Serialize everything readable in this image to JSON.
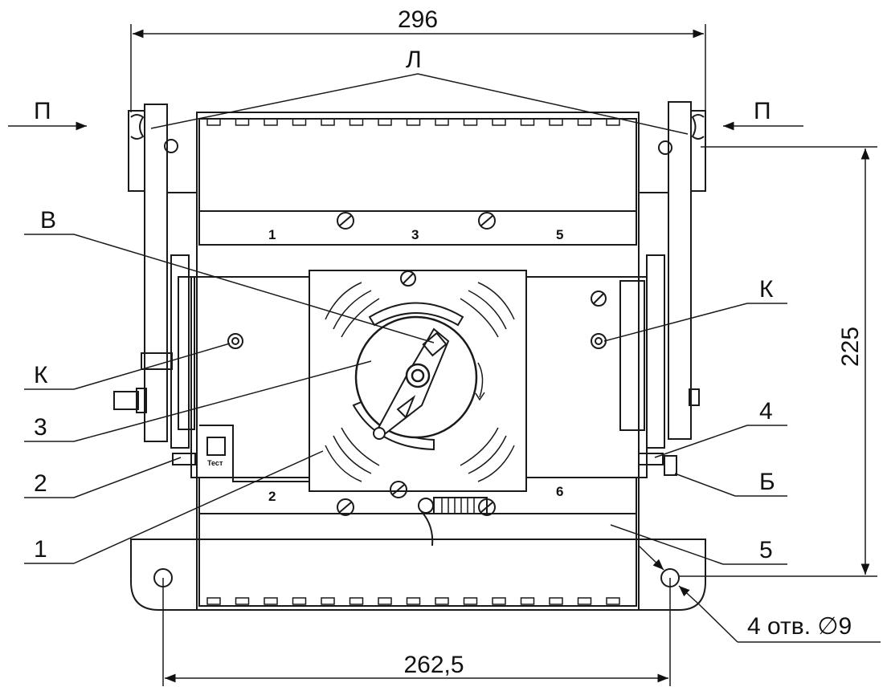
{
  "dimensions": {
    "overall_width": "296",
    "height": "225",
    "hole_spacing": "262,5",
    "holes_note": "4 отв. ∅9"
  },
  "callouts": {
    "L": "Л",
    "P_left": "П",
    "P_right": "П",
    "V": "В",
    "K_left": "К",
    "K_right": "К",
    "n3": "3",
    "n2": "2",
    "n1": "1",
    "n4": "4",
    "B": "Б",
    "n5": "5"
  },
  "terminals": {
    "t1": "1",
    "t3": "3",
    "t5": "5",
    "t2": "2",
    "t6": "6"
  },
  "test_button": "Тест"
}
